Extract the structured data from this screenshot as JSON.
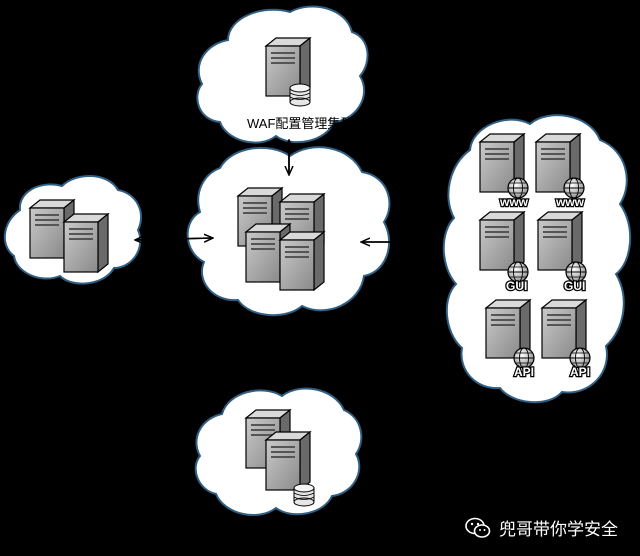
{
  "diagram": {
    "waf_cluster_label": "WAF配置管理集群",
    "badges": {
      "www": "www",
      "gui": "GUI",
      "api": "API"
    }
  },
  "watermark": {
    "icon": "wechat-icon",
    "text": "兜哥带你学安全"
  },
  "colors": {
    "background": "#000000",
    "cloud_fill": "#ffffff",
    "cloud_stroke": "#2f5f83"
  }
}
